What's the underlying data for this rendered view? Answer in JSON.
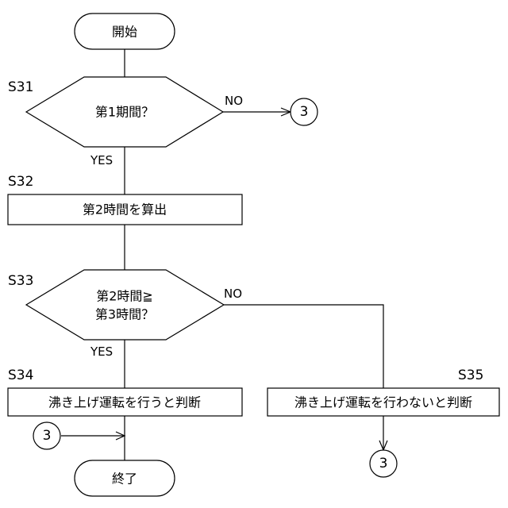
{
  "start": {
    "label": "開始"
  },
  "end": {
    "label": "終了"
  },
  "steps": {
    "s31": {
      "id": "S31",
      "text": "第1期間？",
      "no_label": "NO",
      "yes_label": "YES"
    },
    "s32": {
      "id": "S32",
      "text": "第2時間を算出"
    },
    "s33": {
      "id": "S33",
      "line1": "第2時間≧",
      "line2": "第3時間？",
      "no_label": "NO",
      "yes_label": "YES"
    },
    "s34": {
      "id": "S34",
      "text": "沸き上げ運転を行うと判断"
    },
    "s35": {
      "id": "S35",
      "text": "沸き上げ運転を行わないと判断"
    }
  },
  "connectors": {
    "s31_out": "3",
    "s34_in": "3",
    "s35_out": "3"
  }
}
